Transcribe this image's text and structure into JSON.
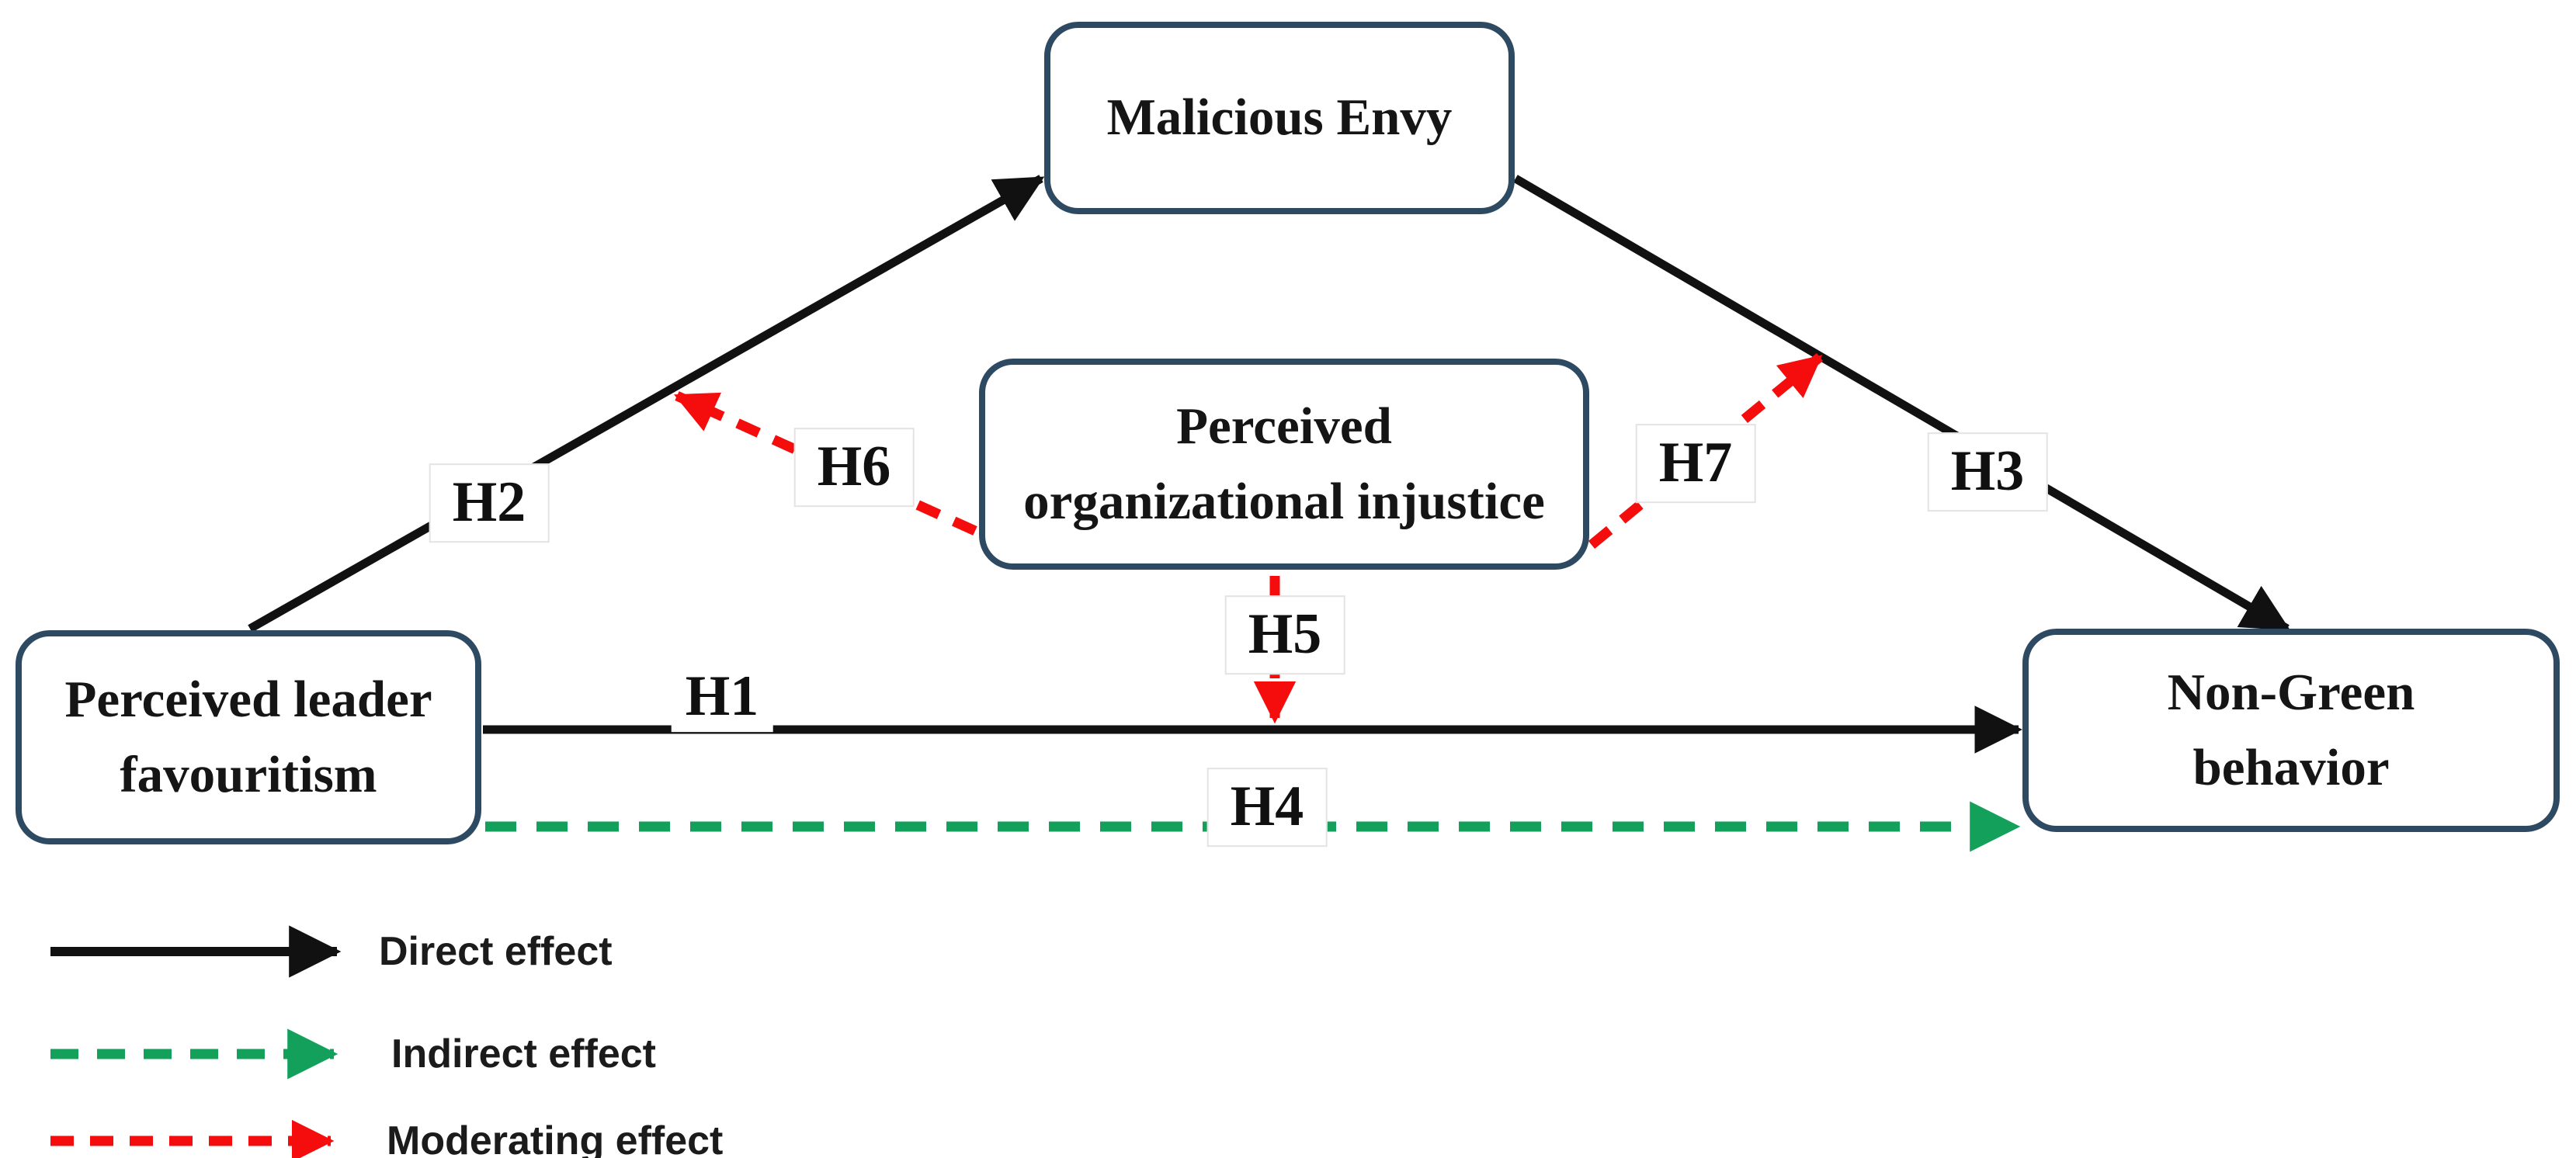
{
  "figure": {
    "type": "conceptual-model-diagram",
    "nodes": {
      "malicious_envy": {
        "label": "Malicious Envy"
      },
      "perceived_organizational_injustice": {
        "label": "Perceived\norganizational injustice"
      },
      "perceived_leader_favouritism": {
        "label": "Perceived leader\nfavouritism"
      },
      "non_green_behavior": {
        "label": "Non-Green\nbehavior"
      }
    },
    "hypotheses": {
      "h1": "H1",
      "h2": "H2",
      "h3": "H3",
      "h4": "H4",
      "h5": "H5",
      "h6": "H6",
      "h7": "H7"
    },
    "edges": [
      {
        "id": "h1",
        "from": "perceived_leader_favouritism",
        "to": "non_green_behavior",
        "style": "solid",
        "meaning": "direct effect"
      },
      {
        "id": "h2",
        "from": "perceived_leader_favouritism",
        "to": "malicious_envy",
        "style": "solid",
        "meaning": "direct effect"
      },
      {
        "id": "h3",
        "from": "malicious_envy",
        "to": "non_green_behavior",
        "style": "solid",
        "meaning": "direct effect"
      },
      {
        "id": "h4",
        "from": "perceived_leader_favouritism",
        "to": "non_green_behavior",
        "style": "dashed-green",
        "meaning": "indirect effect"
      },
      {
        "id": "h5",
        "from": "perceived_organizational_injustice",
        "to": "h1-path",
        "style": "dashed-red",
        "meaning": "moderating effect"
      },
      {
        "id": "h6",
        "from": "perceived_organizational_injustice",
        "to": "h2-path",
        "style": "dashed-red",
        "meaning": "moderating effect"
      },
      {
        "id": "h7",
        "from": "perceived_organizational_injustice",
        "to": "h3-path",
        "style": "dashed-red",
        "meaning": "moderating effect"
      }
    ],
    "legend": [
      {
        "label": "Direct effect",
        "line_style": "solid",
        "color": "#111111"
      },
      {
        "label": "Indirect effect",
        "line_style": "dashed",
        "color": "#12a05b"
      },
      {
        "label": "Moderating effect",
        "line_style": "dashed",
        "color": "#f50d0d"
      }
    ],
    "colors": {
      "node_border": "#2e4a63",
      "direct_effect": "#111111",
      "indirect_effect": "#12a05b",
      "moderating_effect": "#f50d0d",
      "background": "#ffffff"
    }
  }
}
